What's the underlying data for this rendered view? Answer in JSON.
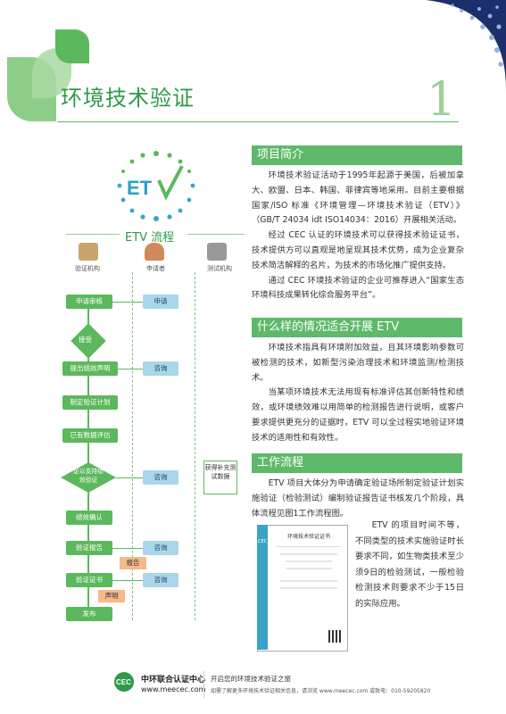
{
  "header": {
    "title": "环境技术验证",
    "chapter_number": "1"
  },
  "logo": {
    "text": "ETV"
  },
  "flowchart": {
    "title": "ETV 流程",
    "roles": [
      "验证机构",
      "申请者",
      "测试机构"
    ],
    "steps": {
      "apply_review": "申请审核",
      "apply": "申请",
      "accept": "接受",
      "claim": "提出绩效声明",
      "consult1": "咨询",
      "plan": "制定验证计划",
      "existing": "已有数据评估",
      "enough": "足以支持绩效验证",
      "consult2": "咨询",
      "obtain": "获得补充测试数据",
      "confirm": "绩效确认",
      "report": "验证报告",
      "consult3": "咨询",
      "report_doc": "报告",
      "certificate": "验证证书",
      "consult4": "咨询",
      "statement": "声明",
      "publish": "发布"
    }
  },
  "sections": {
    "intro": {
      "heading": "项目简介",
      "paragraphs": [
        "环境技术验证活动于1995年起源于美国，后被加拿大、欧盟、日本、韩国、菲律宾等地采用。目前主要根据国家/ISO 标准《环境管理—环境技术验证（ETV）》（GB/T 24034 idt ISO14034：2016）开展相关活动。",
        "经过 CEC 认证的环境技术可以获得技术验证证书，技术提供方可以直观是地呈现其技术优势，成为企业复杂技术简洁解释的名片，为技术的市场化推广提供支持。",
        "通过 CEC 环境技术验证的企业可推荐进入“国家生态环境科技成果转化综合服务平台”。"
      ]
    },
    "when": {
      "heading": "什么样的情况适合开展 ETV",
      "paragraphs": [
        "环境技术指具有环境附加效益，且其环境影响参数可被检测的技术，如新型污染治理技术和环境监测/检测技术。",
        "当某项环境技术无法用现有标准评估其创新特性和绩效，或环境绩效难以用简单的检测报告进行说明，或客户要求提供更充分的证据时，ETV 可以全过程实地验证环境技术的适用性和有效性。"
      ]
    },
    "process": {
      "heading": "工作流程",
      "paragraph": "ETV 项目大体分为申请确定验证场所制定验证计划实施验证（检验测试）编制验证报告证书核发几个阶段，具体流程见图1工作流程图。",
      "side_text": "ETV 的项目时间不等，不同类型的技术实施验证时长要求不同，如生物类技术至少须9日的检验测试，一般检验检测技术则要求不少于15日的实际应用。"
    }
  },
  "certificate": {
    "title": "环境技术验证证书",
    "side_label": "CEC"
  },
  "footer": {
    "org_name": "中环联合认证中心",
    "website": "www.meecec.com",
    "slogan": "开启您的环境技术验证之旅",
    "contact": "如需了解更多环境技术验证相关信息，请浏览 www.meecec.com 或致电：010-59205820",
    "logo_text": "CEC"
  },
  "colors": {
    "green": "#5cb85c",
    "blue": "#3ba3c8",
    "light_blue": "#a7d7e8",
    "orange": "#f5b98a"
  }
}
